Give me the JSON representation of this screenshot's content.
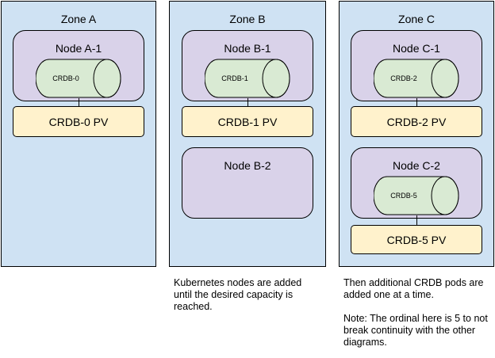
{
  "zones": [
    {
      "title": "Zone A"
    },
    {
      "title": "Zone B"
    },
    {
      "title": "Zone C"
    }
  ],
  "nodes": {
    "a1": "Node A-1",
    "b1": "Node B-1",
    "b2": "Node B-2",
    "c1": "Node C-1",
    "c2": "Node C-2"
  },
  "pods": {
    "crdb0": "CRDB-0",
    "crdb1": "CRDB-1",
    "crdb2": "CRDB-2",
    "crdb5": "CRDB-5"
  },
  "volumes": {
    "crdb0": "CRDB-0 PV",
    "crdb1": "CRDB-1 PV",
    "crdb2": "CRDB-2 PV",
    "crdb5": "CRDB-5 PV"
  },
  "notes": {
    "zone_b": "Kubernetes nodes are added until the desired capacity is reached.",
    "zone_c_1": "Then additional CRDB pods are added one at a time.",
    "zone_c_2": "Note: The ordinal here is 5 to not break continuity with the other diagrams."
  },
  "colors": {
    "zone": "#cfe2f3",
    "node": "#d9d2e9",
    "pod": "#d9ead3",
    "volume": "#fff2cc"
  }
}
